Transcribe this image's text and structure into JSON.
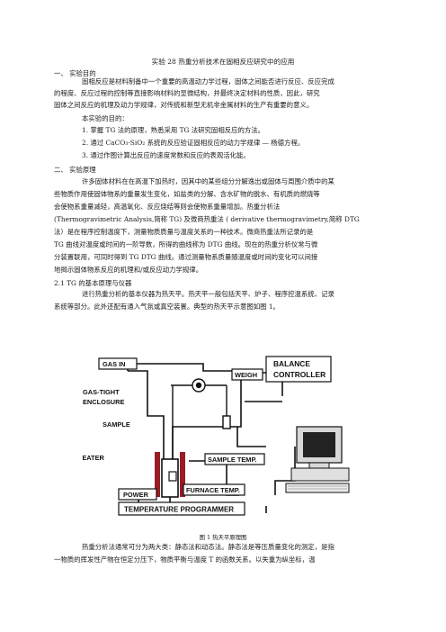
{
  "title": "实验 28  热重分析技术在固相反应研究中的应用",
  "sections": {
    "s1": "一、    实验目的",
    "s2": "二、    实验原理",
    "s21": "2.1 TG 的基本原理与仪器"
  },
  "paragraphs": {
    "p1": [
      "固相反应是材料制备中一个重要的高温动力学过程，固体之间能否进行反应、反应完成",
      "的程度、反应过程的控制等直接影响材料的显微结构，并最终决定材料的性质，因此，研究",
      "固体之间反应的机理及动力学规律，对传统和新型无机非金属材料的生产有重要的意义。"
    ],
    "aims_intro": "本实验的目的：",
    "aims": [
      "1.  掌握 TG 法的原理，熟悉采用 TG 法研究固相反应的方法。",
      "2.  通过 CaCO₃-SiO₂ 系统的反应验证固相反应的动力学规律 — 杨德方程。",
      "3.  通过作图计算出反应的速度常数和反应的表观活化能。"
    ],
    "p2": [
      "许多固体材料在在高温下加热时，因其中的某些组分分解逸出或固体与周围介质中的某",
      "些物质作用使固体物系的重量发生变化，如盐类的分解、含水矿物的脱水、有机质的燃烧等",
      "会使物系重量减轻，高温氧化、反应烧结等则会使物系重量增加。热重分析法",
      "(Thermogravimetric Analysis,简称 TG)  及微商热重法 ( derivative thermogravimetry,简称 DTG",
      "法）是在程序控制温度下，测量物质质量与温度关系的一种技术。微商热重法所记录的是",
      "TG 曲线对温度或时间的一阶导数，所得的曲线称为 DTG 曲线。现在的热重分析仪常与微",
      "分装置联用，可同时得到 TG   DTG 曲线。通过测量物系质量随温度或时间的变化可以间接",
      "地揭示固体物系反应的机理和/或反应动力学规律。"
    ],
    "p3": [
      "进行热重分析的基本仪器为热天平。热天平一般包括天平、炉子、程序控温系统、记录",
      "系统等部分。此外还配有通入气氛或真空装置。典型的热天平示意图如图 1。"
    ],
    "p4": [
      "热重分析法通常可分为两大类：静态法和动态法。静态法是等压质量变化的测定，是指",
      "一物质的挥发性产物在恒定分压下，物质平衡与温度  T  的函数关系。以失重为纵坐标，温"
    ]
  },
  "figure": {
    "labels": {
      "gas_in": "GAS IN",
      "weigh": "WEIGH",
      "balance_controller_1": "BALANCE",
      "balance_controller_2": "CONTROLLER",
      "enclosure_1": "GAS-TIGHT",
      "enclosure_2": "ENCLOSURE",
      "sample": "SAMPLE",
      "heater": "HEATER",
      "sample_temp": "SAMPLE TEMP.",
      "power": "POWER",
      "furnace_temp": "FURNACE TEMP.",
      "programmer": "TEMPERATURE PROGRAMMER"
    },
    "caption": "图 1      热天平原理图",
    "colors": {
      "heater": "#9a1c24",
      "ink": "#111111"
    }
  }
}
